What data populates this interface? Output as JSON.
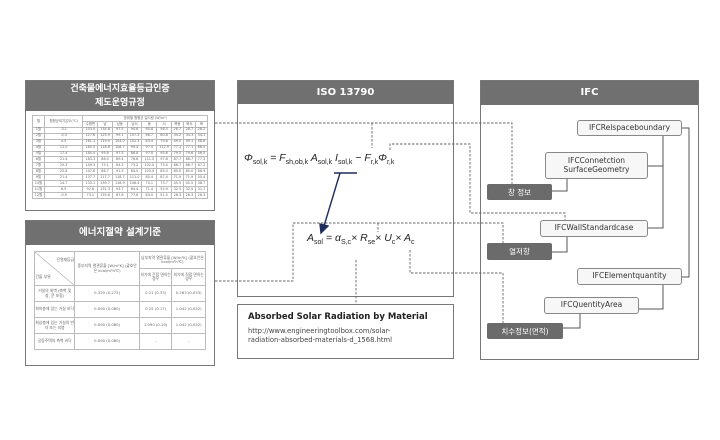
{
  "left_top": {
    "title_line1": "건축물에너지효율등급인증",
    "title_line2": "제도운영규정",
    "header": [
      "월",
      "월평균외기온도(℃)",
      "방위별 월평균 일사량 (W/m²)"
    ],
    "directions": [
      "수평면",
      "남",
      "남동",
      "남서",
      "동",
      "서",
      "북동",
      "북서",
      "북"
    ],
    "rows": [
      [
        "1월",
        "-3.1",
        "103.0",
        "134.8",
        "97.5",
        "94.6",
        "60.8",
        "56.5",
        "28.7",
        "28.7",
        "28.2"
      ],
      [
        "2월",
        "-0.3",
        "127.6",
        "125.9",
        "99.1",
        "107.3",
        "66.7",
        "60.8",
        "34.2",
        "34.3",
        "34.1"
      ],
      [
        "3월",
        "4.5",
        "161.3",
        "119.9",
        "104.0",
        "102.3",
        "83.4",
        "79.6",
        "49.0",
        "49.1",
        "48.6"
      ],
      [
        "4월",
        "11.0",
        "185.5",
        "118.6",
        "108.7",
        "99.4",
        "97.5",
        "112.9",
        "77.1",
        "77.1",
        "66.5"
      ],
      [
        "5월",
        "17.4",
        "185.4",
        "95.6",
        "97.5",
        "86.8",
        "97.0",
        "95.6",
        "79.5",
        "79.6",
        "56.5"
      ],
      [
        "6월",
        "21.4",
        "183.3",
        "86.0",
        "89.4",
        "76.8",
        "111.0",
        "97.8",
        "87.7",
        "88.7",
        "77.3"
      ],
      [
        "7월",
        "25.3",
        "149.3",
        "75.1",
        "84.2",
        "73.2",
        "102.0",
        "73.4",
        "86.7",
        "86.7",
        "67.2"
      ],
      [
        "8월",
        "25.8",
        "147.8",
        "86.7",
        "91.5",
        "84.0",
        "103.0",
        "85.0",
        "85.0",
        "85.0",
        "66.9"
      ],
      [
        "9월",
        "21.4",
        "137.7",
        "117.7",
        "118.7",
        "111.0",
        "85.4",
        "87.4",
        "71.9",
        "71.9",
        "55.4"
      ],
      [
        "10월",
        "14.7",
        "133.1",
        "139.7",
        "118.9",
        "106.4",
        "70.1",
        "73.7",
        "45.5",
        "45.5",
        "38.7"
      ],
      [
        "11월",
        "6.5",
        "92.8",
        "131.3",
        "93.7",
        "84.4",
        "71.4",
        "55.9",
        "32.5",
        "32.5",
        "31.7"
      ],
      [
        "12월",
        "-0.9",
        "73.1",
        "135.8",
        "87.8",
        "77.6",
        "63.0",
        "51.5",
        "26.3",
        "26.3",
        "26.3"
      ]
    ]
  },
  "left_bottom": {
    "title": "에너지절약 설계기준",
    "corner_top": "단열재등급",
    "corner_bottom": "건물 부위",
    "col_central": "중부지역 열관류율 [W/m²K] (괄호안은 kcal/m²h℃)",
    "col_south": "남부지역 열관류율 [W/m²K] (괄호안은 kcal/m²h℃)",
    "sub_indirect": "외기에 간접 면하는 경우",
    "sub_direct": "외기에 직접 면하는 경우",
    "rows": [
      [
        "거실의 외벽 (측벽 및 창, 문 포함)",
        "0.320 (0.275)",
        "0.21 (0.33)",
        "0.263 (0.053)"
      ],
      [
        "최하층에 있는 거실 바닥",
        "0.090 (0.080)",
        "0.25 (0.17)",
        "1.042 (0.052)"
      ],
      [
        "최상층에 있는 거실의 반자 또는 지붕",
        "0.090 (0.080)",
        "1.090 (0.10)",
        "1.042 (0.052)"
      ],
      [
        "공동주택의 측벽 바닥",
        "0.090 (0.080)",
        "-",
        "-"
      ]
    ]
  },
  "center": {
    "title": "ISO 13790",
    "formula1": {
      "lhs": "Φ",
      "lhs_sub": "sol,k",
      "t1": "F",
      "t1_sub": "sh,ob,k",
      "t2": "A",
      "t2_sub": "sol,k",
      "t3": "I",
      "t3_sub": "sol,k",
      "t4": "F",
      "t4_sub": "r,k",
      "t5": "Φ",
      "t5_sub": "r,k"
    },
    "formula2": {
      "lhs": "A",
      "lhs_sub": "sol",
      "t1": "α",
      "t1_sub": "S,c",
      "t2": "R",
      "t2_sub": "se",
      "t3": "U",
      "t3_sub": "c",
      "t4": "A",
      "t4_sub": "c"
    }
  },
  "reference": {
    "title": "Absorbed Solar Radiation by Material",
    "url_line1": "http://www.engineeringtoolbox.com/solar-",
    "url_line2": "radiation-absorbed-materials-d_1568.html"
  },
  "ifc": {
    "title": "IFC",
    "relspace": "IFCRelspaceboundary",
    "connection_line1": "IFCConnetction",
    "connection_line2": "SurfaceGeometry",
    "wall": "IFCWallStandardcase",
    "elementquantity": "IFCElementquantity",
    "quantityarea": "IFCQuentityArea",
    "window_info": "창 정보",
    "thermal_resistance": "열저항",
    "dimension_info": "치수정보(면적)"
  },
  "colors": {
    "panel_header": "#707070",
    "arrow": "#1f2d5c"
  }
}
